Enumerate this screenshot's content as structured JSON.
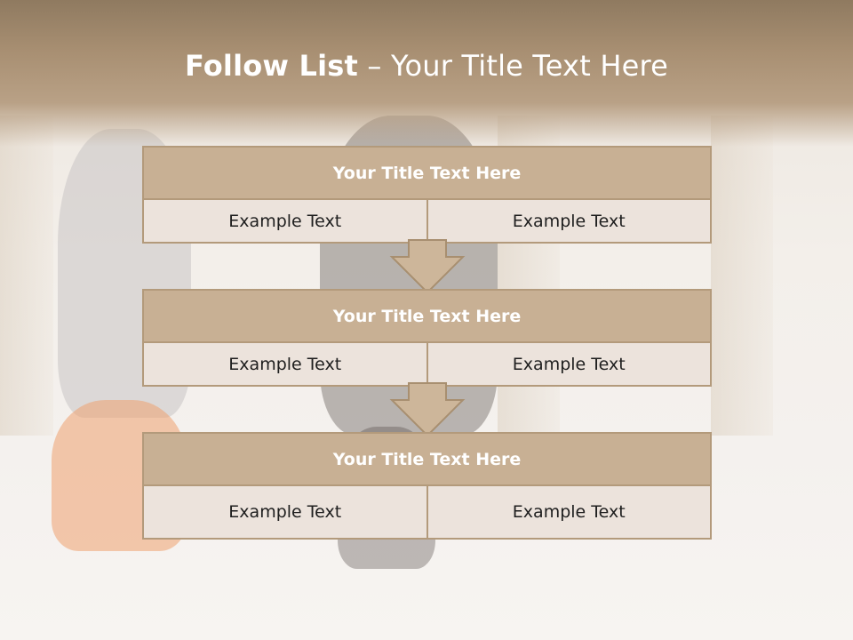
{
  "slide": {
    "title_bold": "Follow List",
    "title_rest": " – Your Title Text Here"
  },
  "stages": [
    {
      "title": "Your Title Text Here",
      "left": "Example Text",
      "right": "Example Text"
    },
    {
      "title": "Your Title Text Here",
      "left": "Example Text",
      "right": "Example Text"
    },
    {
      "title": "Your Title Text Here",
      "left": "Example Text",
      "right": "Example Text"
    }
  ],
  "colors": {
    "header": "#a88f72",
    "stage_title": "#c8b094",
    "stage_border": "#b39a7b",
    "stage_cell": "#ece3dc",
    "arrow_fill": "#cdb69a"
  }
}
